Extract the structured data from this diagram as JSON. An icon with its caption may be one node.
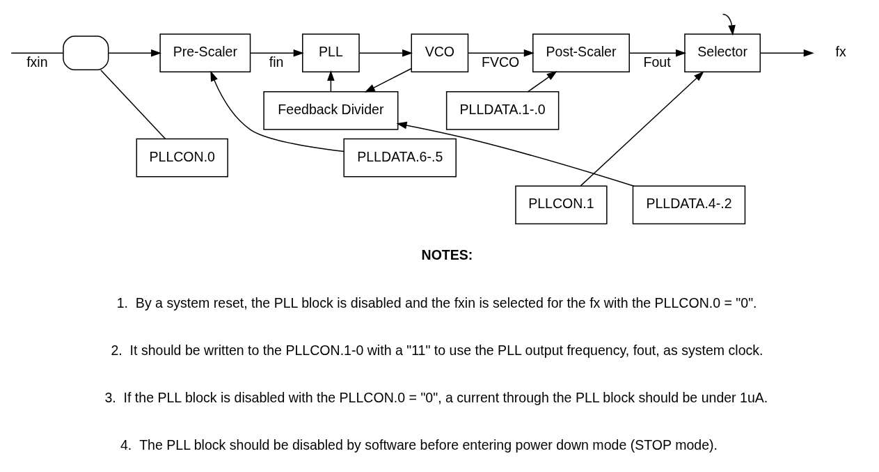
{
  "diagram": {
    "nodes": [
      {
        "text": [],
        "shape": "gate"
      },
      {
        "text": [
          "Pre-Scaler"
        ]
      },
      {
        "text": [
          "PLL"
        ]
      },
      {
        "text": [
          "VCO"
        ]
      },
      {
        "text": [
          "Post-Scaler"
        ]
      },
      {
        "text": [
          "Selector"
        ]
      },
      {
        "text": [
          "Feedback Divider"
        ]
      },
      {
        "text": [
          "PLLCON.0"
        ]
      },
      {
        "text": [
          "PLLDATA.6-.5"
        ]
      },
      {
        "text": [
          "PLLDATA.1-.0"
        ]
      },
      {
        "text": [
          "PLLCON.1"
        ]
      },
      {
        "text": [
          "PLLDATA.4-.2"
        ]
      },
      {
        "text": [
          "fx"
        ]
      }
    ],
    "edges": [
      {
        "from": null,
        "to": 0,
        "arrow": "none",
        "label": "fxin"
      },
      {
        "from": null,
        "to": 5,
        "arrow": "to"
      },
      {
        "from": 7,
        "to": 0,
        "arrow": "none"
      },
      {
        "from": 0,
        "to": 1,
        "arrow": "to"
      },
      {
        "from": 8,
        "to": 1,
        "arrow": "to"
      },
      {
        "from": 1,
        "to": 2,
        "arrow": "to",
        "label": "fin"
      },
      {
        "from": 2,
        "to": 3,
        "arrow": "to"
      },
      {
        "from": 3,
        "to": 4,
        "arrow": "to",
        "label": "FVCO"
      },
      {
        "from": 3,
        "to": 6,
        "arrow": "to"
      },
      {
        "from": 6,
        "to": 2,
        "arrow": "to"
      },
      {
        "from": 9,
        "to": 4,
        "arrow": "to"
      },
      {
        "from": 4,
        "to": 5,
        "arrow": "to",
        "label": "Fout"
      },
      {
        "from": 5,
        "to": 12,
        "arrow": "to"
      },
      {
        "from": 10,
        "to": 5,
        "arrow": "to"
      },
      {
        "from": 11,
        "to": 6,
        "arrow": "to"
      }
    ],
    "labels": [
      "NOTES:",
      "1.  By a system reset, the PLL block is disabled and the fxin is selected for the fx with the PLLCON.0 = \"0\".",
      "2.  It should be written to the PLLCON.1-0 with a \"11\" to use the PLL output frequency, fout, as system clock.",
      "3.  If the PLL block is disabled with the PLLCON.0 = \"0\", a current through the PLL block should be under 1uA.",
      "4.  The PLL block should be disabled by software before entering power down mode (STOP mode)."
    ]
  }
}
